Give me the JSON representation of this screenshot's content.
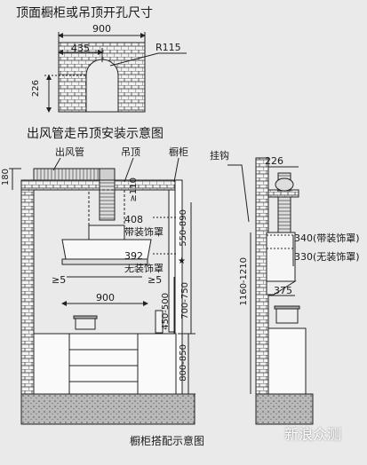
{
  "top_view": {
    "title": "顶面橱柜或吊顶开孔尺寸",
    "width": "900",
    "offset": "435",
    "radius": "R115",
    "depth": "226"
  },
  "side_install": {
    "title": "出风管走吊顶安装示意图",
    "duct": "出风管",
    "ceiling": "吊顶",
    "cabinet": "橱柜",
    "hook": "挂钩",
    "ceiling_gap": "180",
    "min_gap": "≥110",
    "h_with_cover": "408",
    "with_cover": "带装饰罩",
    "h_without_cover": "392",
    "without_cover": "无装饰罩",
    "range_550_890": "550-890",
    "star": "★",
    "side_clear_left": "≥5",
    "side_clear_right": "≥5",
    "hood_width": "900",
    "h_700_750": "700-750",
    "h_450_500": "450-500",
    "h_800_850": "800-850"
  },
  "right_view": {
    "top": "226",
    "with_cover": "340(带装饰罩)",
    "without_cover": "330(无装饰罩)",
    "hook_height": "1160-1210",
    "depth": "375"
  },
  "caption": "橱柜搭配示意图",
  "watermark": "新浪众测"
}
